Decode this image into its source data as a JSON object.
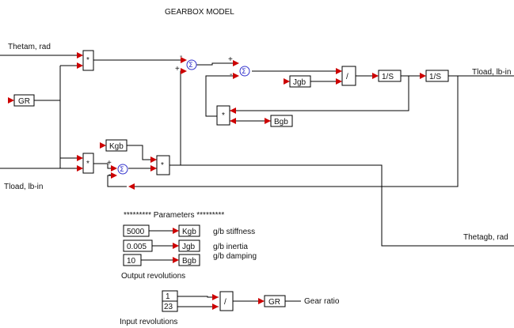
{
  "title": "GEARBOX MODEL",
  "inputs": {
    "thetam": "Thetam, rad",
    "tload_in": "Tload, lb-in"
  },
  "outputs": {
    "tload_out": "Tload, lb-in",
    "thetagb": "Thetagb, rad"
  },
  "blocks": {
    "gr": "GR",
    "mult": "*",
    "divide": "/",
    "integ": "1/S",
    "jgb": "Jgb",
    "bgb": "Bgb",
    "kgb": "Kgb",
    "sum": "Σ"
  },
  "signs": {
    "plus": "+",
    "minus": "-"
  },
  "parameters": {
    "header": "********* Parameters *********",
    "rows": [
      {
        "value": "5000",
        "block": "Kgb",
        "desc": "g/b stiffness"
      },
      {
        "value": "0.005",
        "block": "Jgb",
        "desc": "g/b inertia"
      },
      {
        "value": "10",
        "block": "Bgb",
        "desc": "g/b damping"
      }
    ]
  },
  "gear_ratio": {
    "output_rev_label": "Output revolutions",
    "input_rev_label": "Input revolutions",
    "output_value": "1",
    "input_value": "23",
    "result_block": "GR",
    "result_label": "Gear ratio"
  }
}
